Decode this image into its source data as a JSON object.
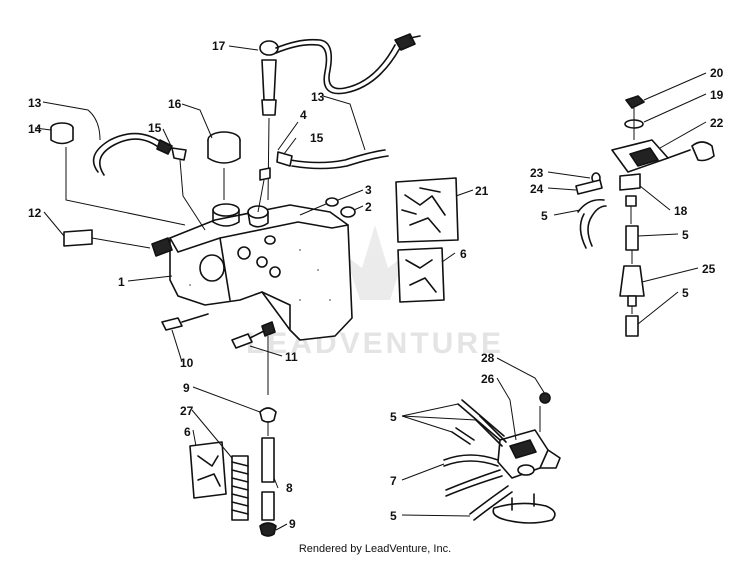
{
  "footer": {
    "text": "Rendered by LeadVenture, Inc."
  },
  "watermark": {
    "text": "LEADVENTURE",
    "color": "#cfcfcf"
  },
  "callouts": {
    "c1": "1",
    "c2": "2",
    "c3": "3",
    "c4": "4",
    "c5a": "5",
    "c5b": "5",
    "c5c": "5",
    "c5d": "5",
    "c5e": "5",
    "c6a": "6",
    "c6b": "6",
    "c7": "7",
    "c8": "8",
    "c9a": "9",
    "c9b": "9",
    "c10": "10",
    "c11": "11",
    "c12": "12",
    "c13a": "13",
    "c13b": "13",
    "c14": "14",
    "c15a": "15",
    "c15b": "15",
    "c16": "16",
    "c17": "17",
    "c18": "18",
    "c19": "19",
    "c20": "20",
    "c21": "21",
    "c22": "22",
    "c23": "23",
    "c24": "24",
    "c25": "25",
    "c26": "26",
    "c27": "27",
    "c28": "28"
  }
}
